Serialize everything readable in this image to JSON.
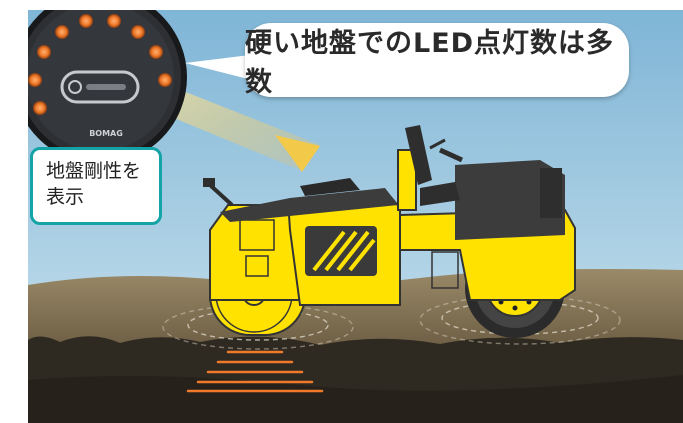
{
  "callout": {
    "text": "硬い地盤でのLED点灯数は多数"
  },
  "label": {
    "line1": "地盤剛性を",
    "line2": "表示"
  },
  "gauge": {
    "brand": "BOMAG",
    "leds_total": 9,
    "leds_lit": 9,
    "led_color": "#f07a2a"
  },
  "colors": {
    "sky": "#8fc1dc",
    "ground": "#7a6a4f",
    "soil": "#2e2921",
    "machine_yellow": "#ffe200",
    "machine_dark": "#3c3c3c",
    "accent_teal": "#14a4a8",
    "glow": "#f6c04a"
  }
}
